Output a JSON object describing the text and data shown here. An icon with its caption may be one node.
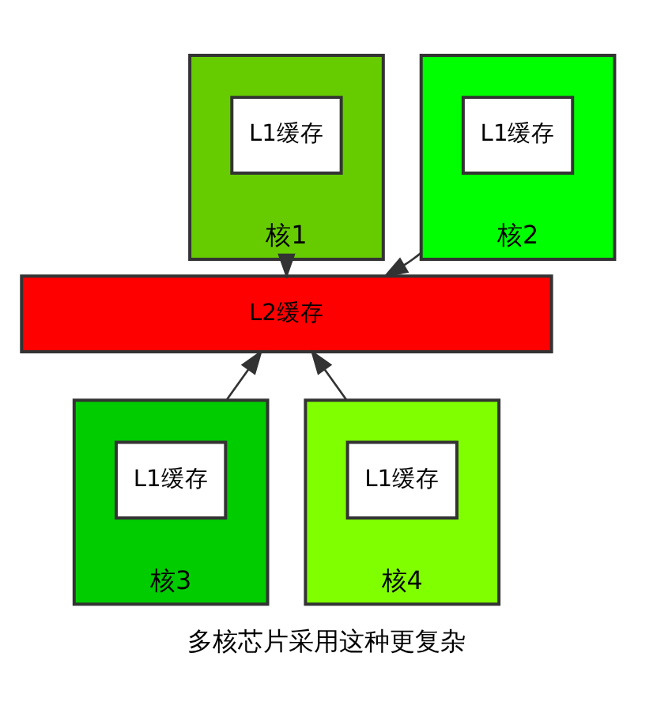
{
  "diagram": {
    "caption": "多核芯片采用这种更复杂",
    "nodes": [
      {
        "text": [
          "核1"
        ]
      },
      {
        "text": [
          "L1缓存"
        ],
        "in": 0
      },
      {
        "text": [
          "核2"
        ]
      },
      {
        "text": [
          "L1缓存"
        ],
        "in": 2
      },
      {
        "text": [
          "L2缓存"
        ]
      },
      {
        "text": [
          "核3"
        ]
      },
      {
        "text": [
          "L1缓存"
        ],
        "in": 5
      },
      {
        "text": [
          "核4"
        ]
      },
      {
        "text": [
          "L1缓存"
        ],
        "in": 7
      }
    ],
    "edges": [
      {
        "from": 0,
        "to": 4,
        "arrow": "to"
      },
      {
        "from": 2,
        "to": 4,
        "arrow": "to"
      },
      {
        "from": 5,
        "to": 4,
        "arrow": "to"
      },
      {
        "from": 7,
        "to": 4,
        "arrow": "to"
      }
    ]
  }
}
